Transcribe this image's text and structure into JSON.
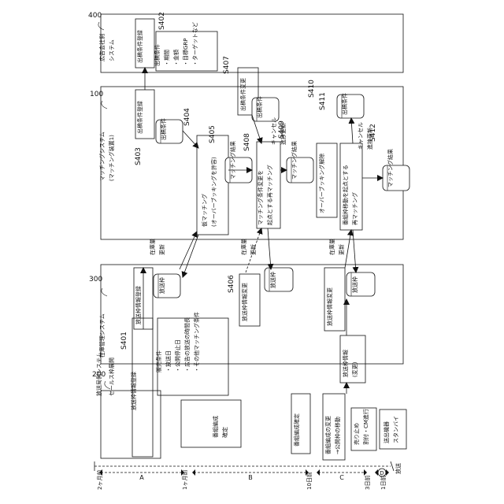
{
  "systems": {
    "s200": {
      "ref": "200",
      "title": "放送局側システム",
      "sub": "セールス枠展開"
    },
    "s300": {
      "ref": "300",
      "title": "在庫管理システム"
    },
    "s100": {
      "ref": "100",
      "title": "マッチングシステム",
      "sub": "(マッチング装置1)"
    },
    "s400": {
      "ref": "400",
      "title": "広告会社側",
      "sub": "システム"
    }
  },
  "timeline": {
    "ticks": [
      "2ヶ月前",
      "1ヶ月前",
      "10日前",
      "3日前",
      "1日前"
    ],
    "phases": [
      "A",
      "B",
      "C",
      "D"
    ],
    "end_label": "放送"
  },
  "steps": {
    "s401": "S401",
    "s402": "S402",
    "s403": "S403",
    "s404": "S404",
    "s405": "S405",
    "s406": "S406",
    "s407": "S407",
    "s408": "S408",
    "s409": "S409",
    "s410": "S410",
    "s411": "S411",
    "s412": "S412"
  },
  "col200": {
    "reg": "放送枠情報登録",
    "info_title": "販売条件",
    "info_lines": [
      "・放送日",
      "・公開停止日",
      "・広告の放送の時間長",
      "・その他マッチング条件"
    ],
    "prog": [
      "番組編成",
      "確定"
    ],
    "confirm": "番組編成確定",
    "change": [
      "番組編成の変更",
      "→公開枠の移動"
    ],
    "sales": [
      "売り止め",
      "割付・CM進行"
    ],
    "standby": [
      "送出機器",
      "スタンバイ"
    ]
  },
  "col300": {
    "reg": "放送枠情報登録",
    "db": "放送枠",
    "change1": "放送枠情報変更",
    "db2": "放送枠",
    "change_note": [
      "放送枠情報",
      "(変更)"
    ],
    "change2": "放送枠情報変更",
    "db3": "放送枠",
    "stock": [
      "在庫量",
      "更新"
    ]
  },
  "col100": {
    "cond_reg": "出稿条件登録",
    "cond_db": "出稿条件",
    "prov": [
      "仮マッチング",
      "(オーバーブッキングを許容)"
    ],
    "result_db": "マッチング結果",
    "cond_chg_db": "出稿条件",
    "cond_chg": "出稿条件変更",
    "rematch": [
      "マッチング条件変更を",
      "起点とする再マッチング"
    ],
    "cancel_prog": [
      "キャンセル",
      "進捗更新"
    ],
    "result_db2": "マッチング結果",
    "ob_release": "オーバーブッキング解除",
    "cond_db3": "出稿条件",
    "cancel_prog2": [
      "キャンセル",
      "進捗更新"
    ],
    "move_match": [
      "番組枠移動を起点とする",
      "再マッチング"
    ],
    "result_db3": "マッチング結果"
  },
  "col400": {
    "cond_reg": "出稿条件登録",
    "cond_title": "出稿条件",
    "cond_lines": [
      "・期間",
      "・金額",
      "・目標GRP",
      "・ターゲットなど"
    ]
  }
}
